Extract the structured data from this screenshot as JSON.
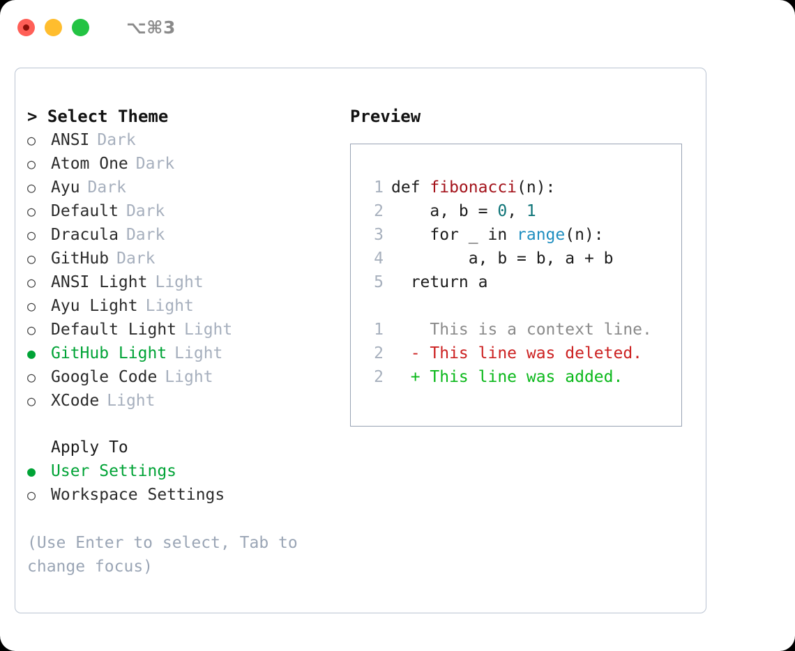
{
  "titlebar": {
    "shortcut": "⌥⌘3",
    "buttons": [
      {
        "name": "close",
        "color": "#ff5f57"
      },
      {
        "name": "minimize",
        "color": "#ffbd2e"
      },
      {
        "name": "maximize",
        "color": "#23c343"
      }
    ]
  },
  "theme_picker": {
    "heading": "> Select Theme",
    "marker_selected": "●",
    "marker_unselected": "○",
    "items": [
      {
        "label": "ANSI",
        "tag": "Dark",
        "selected": false
      },
      {
        "label": "Atom One",
        "tag": "Dark",
        "selected": false
      },
      {
        "label": "Ayu",
        "tag": "Dark",
        "selected": false
      },
      {
        "label": "Default",
        "tag": "Dark",
        "selected": false
      },
      {
        "label": "Dracula",
        "tag": "Dark",
        "selected": false
      },
      {
        "label": "GitHub",
        "tag": "Dark",
        "selected": false
      },
      {
        "label": "ANSI Light",
        "tag": "Light",
        "selected": false
      },
      {
        "label": "Ayu Light",
        "tag": "Light",
        "selected": false
      },
      {
        "label": "Default Light",
        "tag": "Light",
        "selected": false
      },
      {
        "label": "GitHub Light",
        "tag": "Light",
        "selected": true
      },
      {
        "label": "Google Code",
        "tag": "Light",
        "selected": false
      },
      {
        "label": "XCode",
        "tag": "Light",
        "selected": false
      }
    ]
  },
  "apply_to": {
    "title": "Apply To",
    "options": [
      {
        "label": "User Settings",
        "selected": true
      },
      {
        "label": "Workspace Settings",
        "selected": false
      }
    ]
  },
  "hint": "(Use Enter to select, Tab to change focus)",
  "preview": {
    "title": "Preview",
    "code_lines": [
      {
        "num": "1",
        "segments": [
          {
            "t": "def ",
            "c": "plain"
          },
          {
            "t": "fibonacci",
            "c": "fn"
          },
          {
            "t": "(n):",
            "c": "plain"
          }
        ]
      },
      {
        "num": "2",
        "segments": [
          {
            "t": "    a, b = ",
            "c": "plain"
          },
          {
            "t": "0",
            "c": "num"
          },
          {
            "t": ", ",
            "c": "plain"
          },
          {
            "t": "1",
            "c": "num"
          }
        ]
      },
      {
        "num": "3",
        "segments": [
          {
            "t": "    for _ in ",
            "c": "plain"
          },
          {
            "t": "range",
            "c": "bi"
          },
          {
            "t": "(n):",
            "c": "plain"
          }
        ]
      },
      {
        "num": "4",
        "segments": [
          {
            "t": "        a, b = b, a + b",
            "c": "plain"
          }
        ]
      },
      {
        "num": "5",
        "segments": [
          {
            "t": "  return a",
            "c": "plain"
          }
        ]
      }
    ],
    "diff_lines": [
      {
        "num": "1",
        "sign": " ",
        "text": " This is a context line.",
        "kind": "ctx"
      },
      {
        "num": "2",
        "sign": "-",
        "text": " This line was deleted.",
        "kind": "del"
      },
      {
        "num": "2",
        "sign": "+",
        "text": " This line was added.",
        "kind": "add"
      }
    ]
  },
  "colors": {
    "accent_green": "#00a336",
    "diff_add": "#0ab81a",
    "diff_delete": "#cc2121",
    "function_name": "#a3121a",
    "number_literal": "#0d7377",
    "builtin": "#1f8ec0",
    "muted": "#a6afbd",
    "border": "#b9c3d1"
  }
}
